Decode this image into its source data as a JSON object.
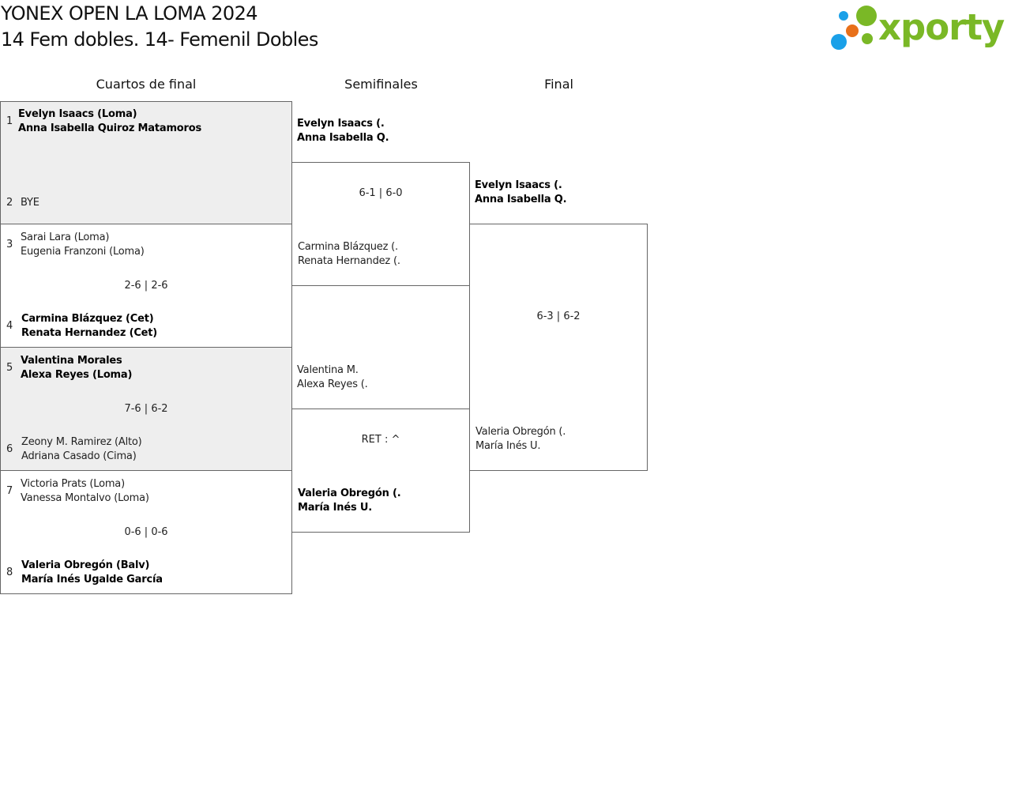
{
  "header": {
    "title": "YONEX OPEN LA LOMA 2024",
    "subtitle": "14 Fem dobles. 14- Femenil Dobles"
  },
  "logo": {
    "text": "xporty",
    "dot_colors": [
      "#1aa0e8",
      "#e8701a",
      "#7ab826"
    ]
  },
  "rounds": {
    "quarterfinals": "Cuartos de final",
    "semifinals": "Semifinales",
    "final": "Final"
  },
  "quarterfinals": [
    {
      "score": "",
      "top": {
        "seed": "1",
        "line1": "Evelyn Isaacs (Loma)",
        "line2": "Anna Isabella Quiroz Matamoros",
        "winner": true
      },
      "bottom": {
        "seed": "2",
        "line1": "BYE",
        "line2": "",
        "winner": false
      }
    },
    {
      "score": "2-6 | 2-6",
      "top": {
        "seed": "3",
        "line1": "Sarai Lara (Loma)",
        "line2": "Eugenia Franzoni (Loma)",
        "winner": false
      },
      "bottom": {
        "seed": "4",
        "line1": "Carmina Blázquez (Cet)",
        "line2": "Renata Hernandez (Cet)",
        "winner": true
      }
    },
    {
      "score": "7-6 | 6-2",
      "top": {
        "seed": "5",
        "line1": "Valentina Morales",
        "line2": "Alexa Reyes (Loma)",
        "winner": true
      },
      "bottom": {
        "seed": "6",
        "line1": "Zeony M. Ramirez (Alto)",
        "line2": "Adriana Casado (Cima)",
        "winner": false
      }
    },
    {
      "score": "0-6 | 0-6",
      "top": {
        "seed": "7",
        "line1": "Victoria Prats (Loma)",
        "line2": "Vanessa Montalvo (Loma)",
        "winner": false
      },
      "bottom": {
        "seed": "8",
        "line1": "Valeria Obregón (Balv)",
        "line2": "María Inés Ugalde García",
        "winner": true
      }
    }
  ],
  "semifinals": [
    {
      "score": "6-1 | 6-0",
      "top": {
        "line1": "Evelyn Isaacs (.",
        "line2": "Anna Isabella Q.",
        "winner": true
      },
      "bottom": {
        "line1": "Carmina Blázquez (.",
        "line2": "Renata Hernandez (.",
        "winner": false
      }
    },
    {
      "score": "RET : ^",
      "top": {
        "line1": "Valentina M.",
        "line2": "Alexa Reyes (.",
        "winner": false
      },
      "bottom": {
        "line1": "Valeria Obregón (.",
        "line2": "María Inés U.",
        "winner": true
      }
    }
  ],
  "final": {
    "score": "6-3 | 6-2",
    "top": {
      "line1": "Evelyn Isaacs (.",
      "line2": "Anna Isabella Q.",
      "winner": true
    },
    "bottom": {
      "line1": "Valeria Obregón (.",
      "line2": "María Inés U.",
      "winner": false
    }
  }
}
